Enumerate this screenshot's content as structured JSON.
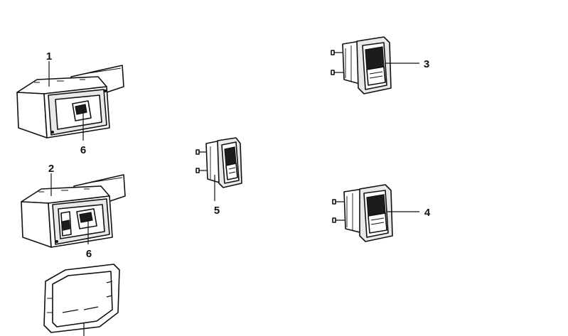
{
  "diagram": {
    "callouts": {
      "c1": "1",
      "c2": "2",
      "c3": "3",
      "c4": "4",
      "c5": "5",
      "c6a": "6",
      "c6b": "6"
    }
  }
}
